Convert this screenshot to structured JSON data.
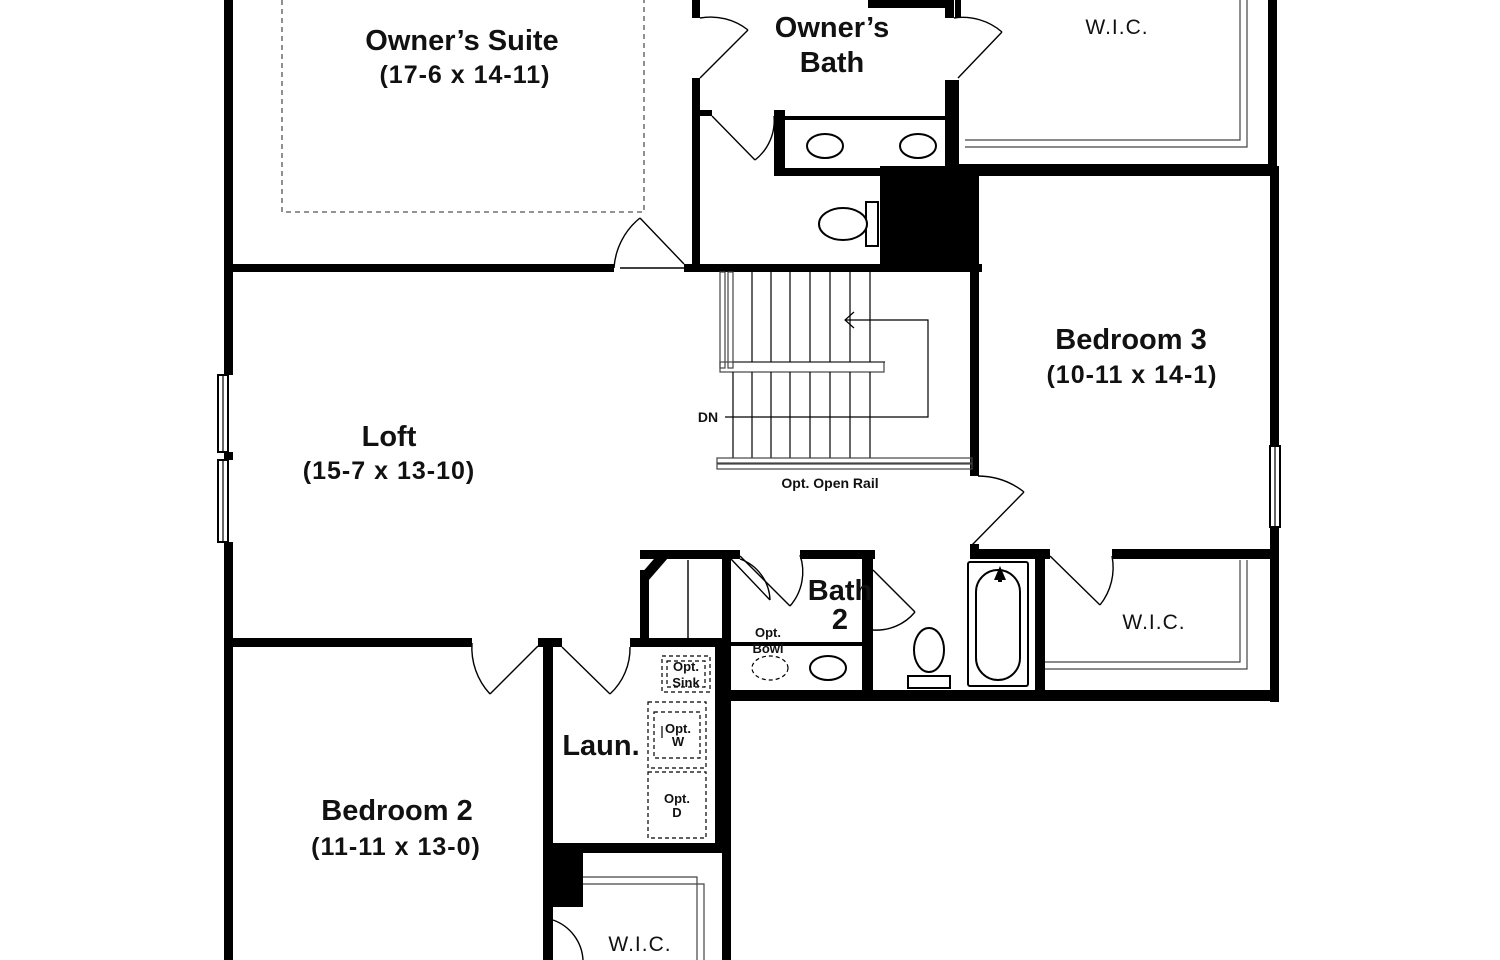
{
  "plan": {
    "rooms": {
      "owners_suite": {
        "name": "Owner’s Suite",
        "dims": "(17-6 x 14-11)"
      },
      "owners_bath": {
        "name_line1": "Owner’s",
        "name_line2": "Bath"
      },
      "wic_owner": {
        "name": "W.I.C."
      },
      "loft": {
        "name": "Loft",
        "dims": "(15-7 x 13-10)"
      },
      "bedroom3": {
        "name": "Bedroom 3",
        "dims": "(10-11 x 14-1)"
      },
      "bath2": {
        "name_line1": "Bath",
        "name_line2": "2"
      },
      "wic_bed3": {
        "name": "W.I.C."
      },
      "laundry": {
        "name": "Laun."
      },
      "bedroom2": {
        "name": "Bedroom 2",
        "dims": "(11-11 x 13-0)"
      },
      "wic_bed2": {
        "name": "W.I.C."
      }
    },
    "stairs": {
      "direction_label": "DN",
      "rail_label": "Opt. Open Rail"
    },
    "options": {
      "bowl_line1": "Opt.",
      "bowl_line2": "Bowl",
      "sink_line1": "Opt.",
      "sink_line2": "Sink",
      "washer_line1": "Opt.",
      "washer_line2": "W",
      "dryer_line1": "Opt.",
      "dryer_line2": "D"
    }
  }
}
